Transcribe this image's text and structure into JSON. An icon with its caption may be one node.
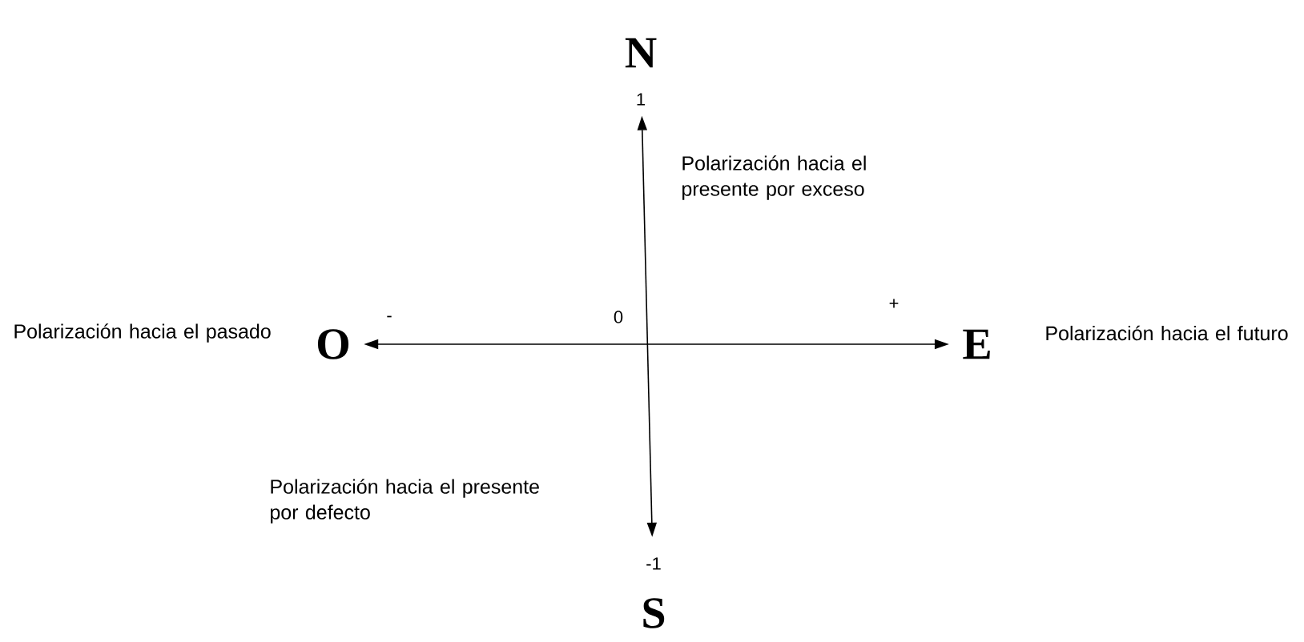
{
  "diagram": {
    "nodes": [
      {
        "text": [
          "N"
        ]
      },
      {
        "text": [
          "O"
        ],
        "beside": [
          "Polarización hacia el pasado"
        ]
      },
      {
        "text": [
          "E"
        ],
        "beside": [
          "Polarización hacia el futuro"
        ]
      },
      {
        "text": [
          "S"
        ]
      }
    ],
    "edges": [
      {
        "from": 1,
        "to": 2,
        "arrow": "both"
      },
      {
        "from": 3,
        "to": 0,
        "arrow": "both"
      }
    ],
    "labels": [
      "1",
      "Polarización hacia el presente por exceso",
      "-",
      "0",
      "+",
      "Polarización hacia el presente por defecto",
      "-1"
    ]
  }
}
